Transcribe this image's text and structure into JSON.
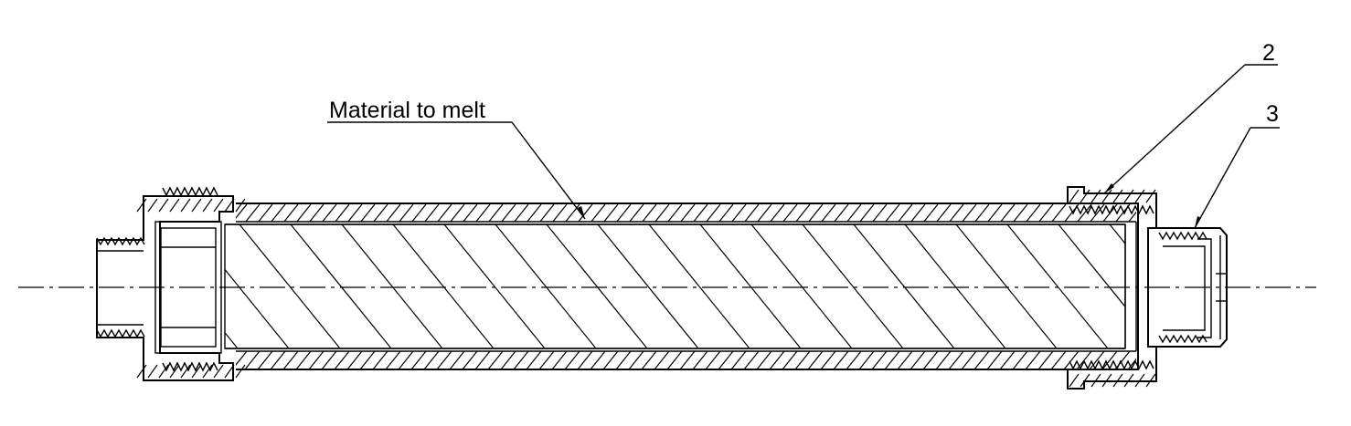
{
  "labels": {
    "material": "Material to melt",
    "callout_2": "2",
    "callout_3": "3"
  },
  "colors": {
    "line": "#000000",
    "background": "#ffffff"
  }
}
